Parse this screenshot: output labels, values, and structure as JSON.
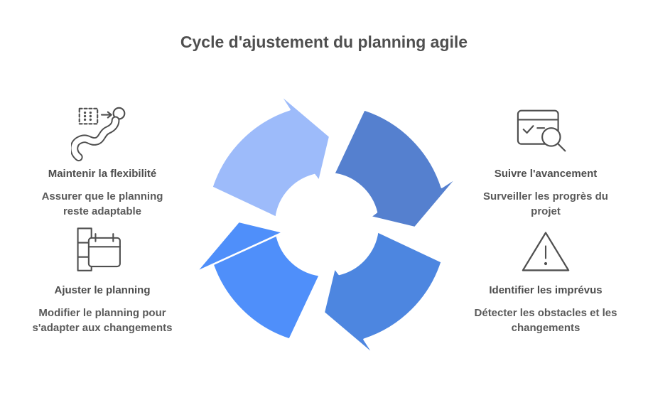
{
  "title": "Cycle d'ajustement du planning agile",
  "diagram": {
    "type": "cycle",
    "direction": "clockwise",
    "segment_count": 4,
    "arrow_colors": {
      "nw": "#9dbbfa",
      "ne": "#5580cf",
      "se": "#4d86e0",
      "sw": "#4f8ffa"
    },
    "gap_color": "#ffffff"
  },
  "steps": [
    {
      "position": "top-left",
      "icon": "flexibility-icon",
      "heading": "Maintenir la flexibilité",
      "description": "Assurer que le planning reste adaptable"
    },
    {
      "position": "top-right",
      "icon": "progress-search-icon",
      "heading": "Suivre l'avancement",
      "description": "Surveiller les progrès du projet"
    },
    {
      "position": "bottom-right",
      "icon": "warning-triangle-icon",
      "heading": "Identifier les imprévus",
      "description": "Détecter les obstacles et les changements"
    },
    {
      "position": "bottom-left",
      "icon": "calendar-adjust-icon",
      "heading": "Ajuster le planning",
      "description": "Modifier le planning pour s'adapter aux changements"
    }
  ],
  "text_colors": {
    "title": "#4f4f4f",
    "heading": "#4d4d4d",
    "description": "#5a5a5a",
    "icon_stroke": "#4f4f4f"
  }
}
